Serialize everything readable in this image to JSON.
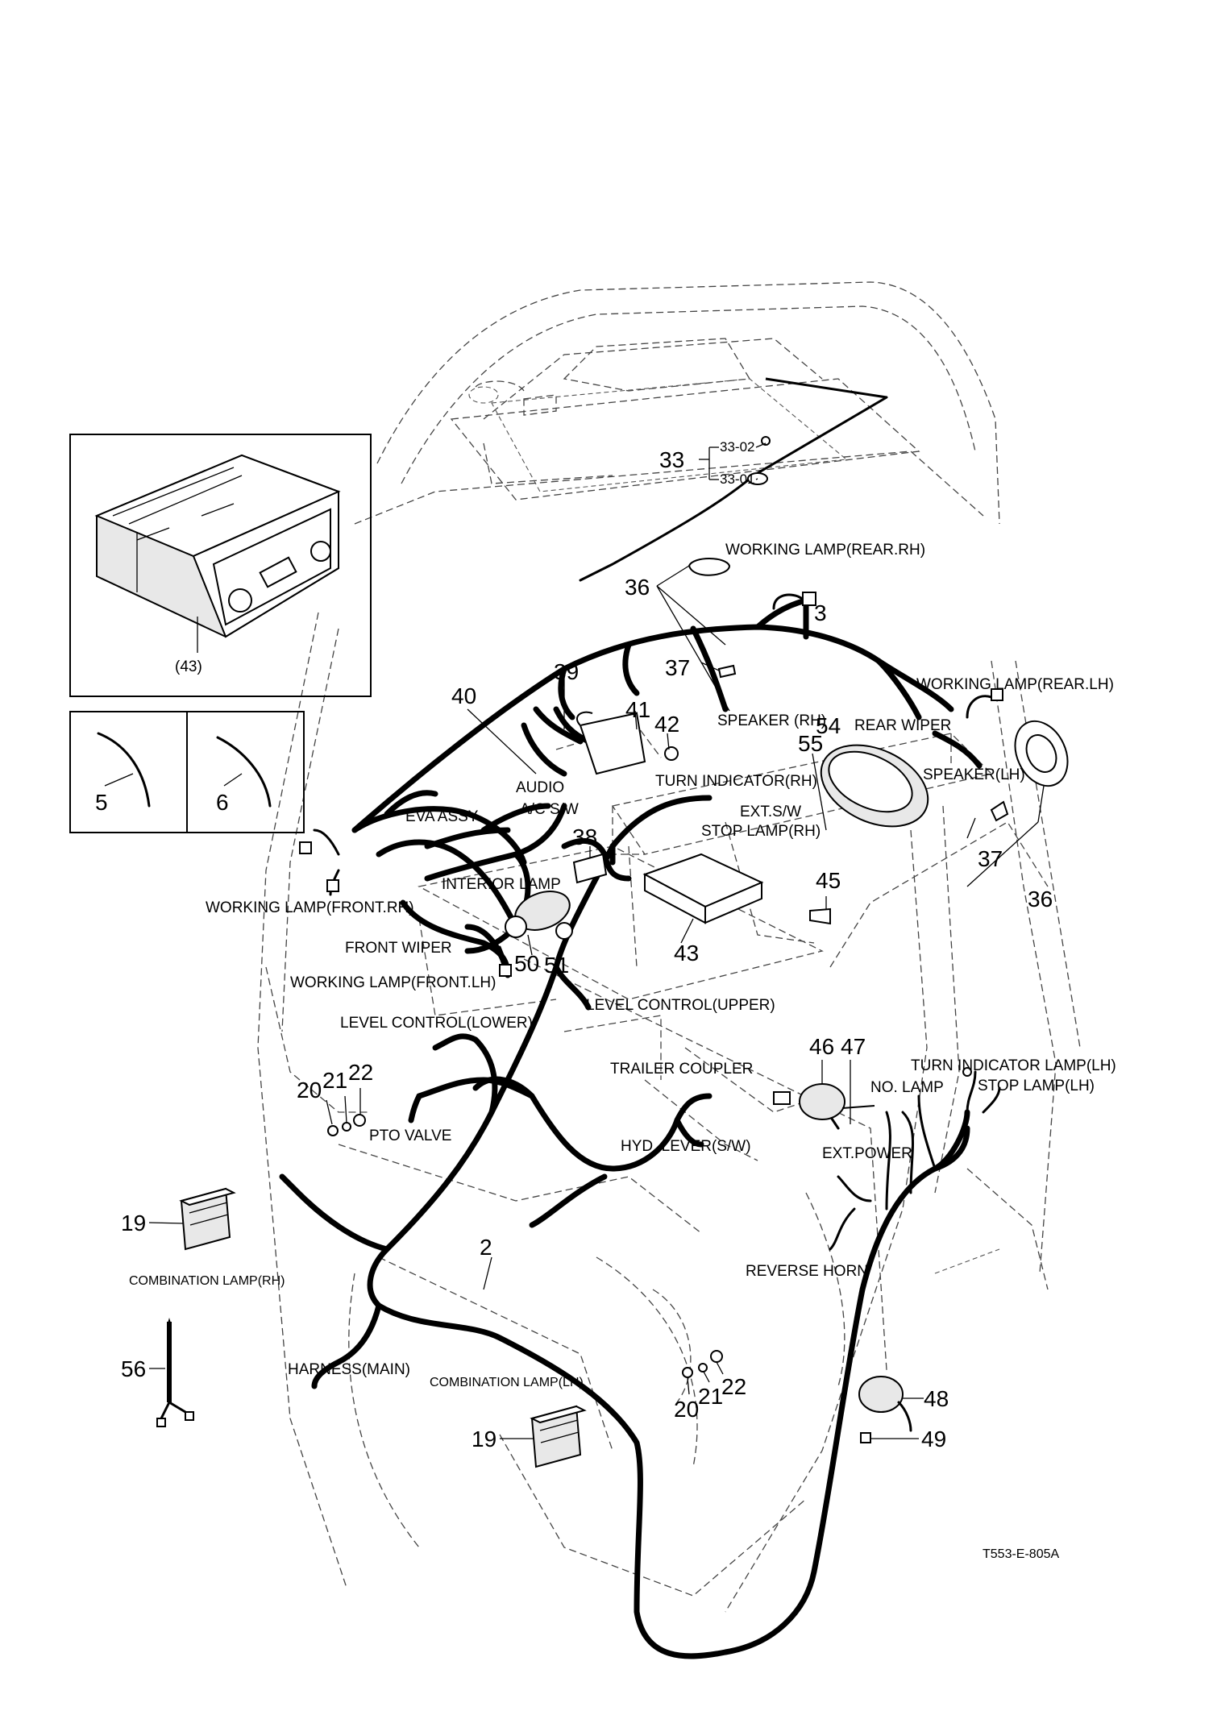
{
  "diagram_code": "T553-E-805A",
  "inset": {
    "caption": "(43)"
  },
  "inset_parts": [
    {
      "num": "5"
    },
    {
      "num": "6"
    }
  ],
  "numbers": {
    "n33": "33",
    "n33_02": "33-02",
    "n33_01": "33-01",
    "n36_top": "36",
    "n36_right": "36",
    "n3": "3",
    "n37_top": "37",
    "n37_right": "37",
    "n39": "39",
    "n40": "40",
    "n41": "41",
    "n42": "42",
    "n54": "54",
    "n55": "55",
    "n38": "38",
    "n45": "45",
    "n43": "43",
    "n50": "50",
    "n51": "51",
    "n46": "46",
    "n47": "47",
    "n20_left": "20",
    "n21_left": "21",
    "n22_left": "22",
    "n19_left": "19",
    "n2": "2",
    "n56": "56",
    "n20_right": "20",
    "n21_right": "21",
    "n22_right": "22",
    "n19_bottom": "19",
    "n48": "48",
    "n49": "49"
  },
  "labels": {
    "working_lamp_rear_rh": "WORKING LAMP(REAR.RH)",
    "working_lamp_rear_lh": "WORKING LAMP(REAR.LH)",
    "speaker_rh": "SPEAKER (RH)",
    "rear_wiper": "REAR WIPER",
    "speaker_lh": "SPEAKER(LH)",
    "audio": "AUDIO",
    "ac_sw": "A/C S/W",
    "turn_indicator_rh": "TURN INDICATOR(RH)",
    "ext_sw": "EXT.S/W",
    "stop_lamp_rh": "STOP LAMP(RH)",
    "eva_assy": "EVA ASSY",
    "interior_lamp": "INTERIOR LAMP",
    "working_lamp_front_rh": "WORKING LAMP(FRONT.RH)",
    "front_wiper": "FRONT WIPER",
    "working_lamp_front_lh": "WORKING LAMP(FRONT.LH)",
    "level_control_upper": "LEVEL CONTROL(UPPER)",
    "level_control_lower": "LEVEL CONTROL(LOWER)",
    "trailer_coupler": "TRAILER COUPLER",
    "turn_indicator_lamp_lh": "TURN INDICATOR LAMP(LH)",
    "stop_lamp_lh": "STOP LAMP(LH)",
    "no_lamp": "NO. LAMP",
    "pto_valve": "PTO VALVE",
    "hyd_lever_sw": "HYD. LEVER(S/W)",
    "ext_power": "EXT.POWER",
    "combination_lamp_rh": "COMBINATION LAMP(RH)",
    "reverse_horn": "REVERSE HORN",
    "harness_main": "HARNESS(MAIN)",
    "combination_lamp_lh": "COMBINATION LAMP(LH)"
  }
}
